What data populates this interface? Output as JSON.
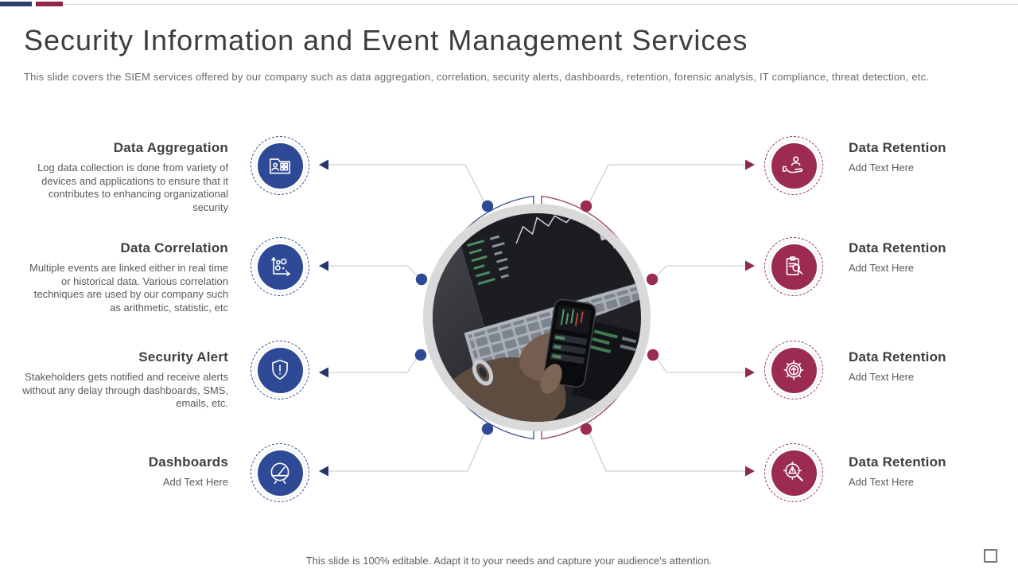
{
  "slide": {
    "title": "Security Information and Event Management Services",
    "subtitle": "This slide covers the SIEM services offered by our company such as data aggregation, correlation, security alerts, dashboards, retention, forensic analysis, IT compliance, threat detection, etc.",
    "footer_note": "This slide is 100% editable. Adapt it to your needs and capture your audience's attention."
  },
  "colors": {
    "accent_blue": "#2e4a96",
    "accent_maroon": "#9b2b52",
    "ring_gray": "#d9d9d9",
    "connector_gray": "#c0c5ce",
    "top_bar_navy": "#2c3e6d",
    "top_bar_maroon": "#93254a"
  },
  "left_items": [
    {
      "title": "Data Aggregation",
      "description": "Log data collection is done from variety of devices and applications to ensure that it contributes to enhancing organizational security",
      "icon": "folder-users-icon"
    },
    {
      "title": "Data Correlation",
      "description": "Multiple events are linked either in real time or historical data. Various correlation techniques are used by our company such as arithmetic, statistic, etc",
      "icon": "scatter-chart-icon"
    },
    {
      "title": "Security Alert",
      "description": "Stakeholders gets notified and receive alerts without any delay through dashboards, SMS, emails, etc.",
      "icon": "shield-alert-icon"
    },
    {
      "title": "Dashboards",
      "description": "Add Text Here",
      "icon": "gauge-icon"
    }
  ],
  "right_items": [
    {
      "title": "Data Retention",
      "description": "Add Text Here",
      "icon": "hand-user-icon"
    },
    {
      "title": "Data Retention",
      "description": "Add Text Here",
      "icon": "clipboard-search-icon"
    },
    {
      "title": "Data Retention",
      "description": "Add Text Here",
      "icon": "gear-upload-icon"
    },
    {
      "title": "Data Retention",
      "description": "Add Text Here",
      "icon": "search-warning-icon"
    }
  ]
}
